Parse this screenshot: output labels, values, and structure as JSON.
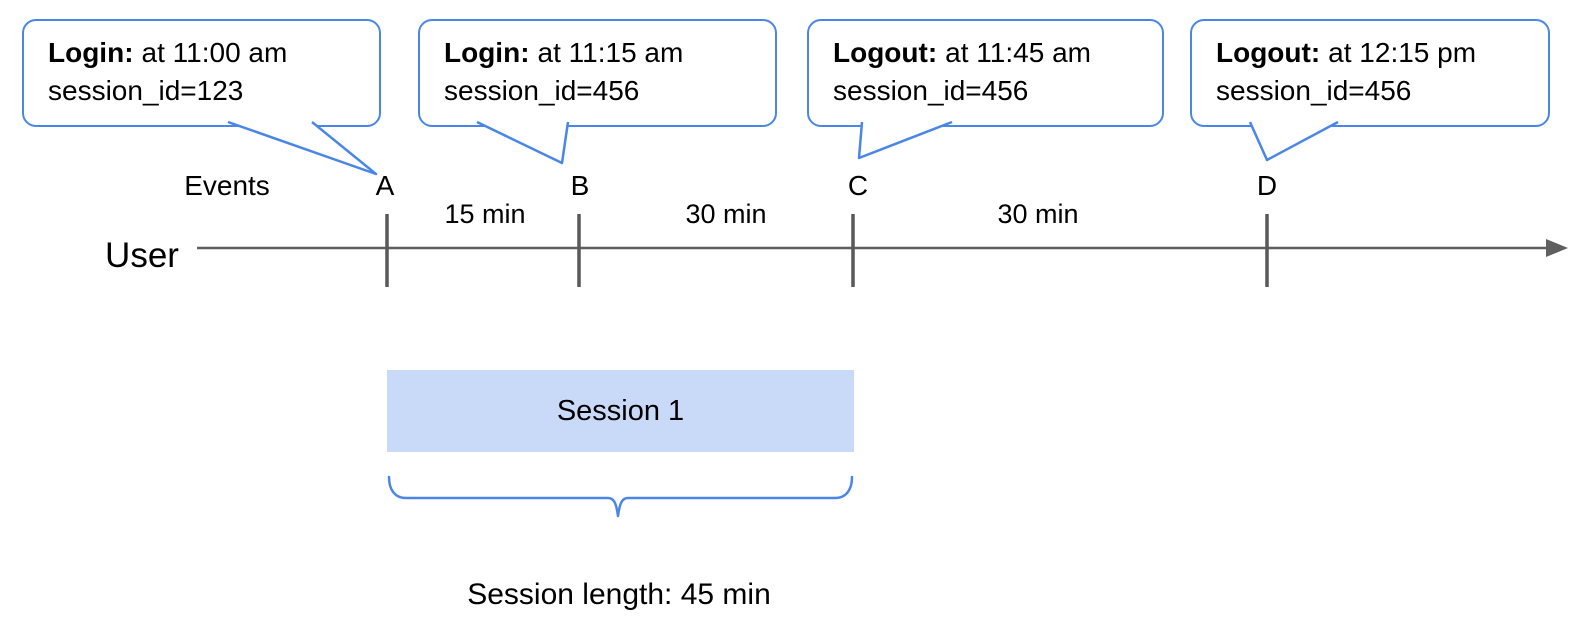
{
  "colors": {
    "callout_border": "#4a86e8",
    "brace": "#4a86e8",
    "session_fill": "#c9daf8",
    "timeline_gray": "#5f5f5f",
    "text": "#000000"
  },
  "callouts": [
    {
      "event": "Login:",
      "time": "at 11:00 am",
      "session": "session_id=123",
      "points_to": "A"
    },
    {
      "event": "Login:",
      "time": "at 11:15 am",
      "session": "session_id=456",
      "points_to": "B"
    },
    {
      "event": "Logout:",
      "time": "at 11:45 am",
      "session": "session_id=456",
      "points_to": "C"
    },
    {
      "event": "Logout:",
      "time": "at 12:15 pm",
      "session": "session_id=456",
      "points_to": "D"
    }
  ],
  "timeline": {
    "events_label": "Events",
    "user_label": "User",
    "ticks": [
      "A",
      "B",
      "C",
      "D"
    ],
    "intervals": [
      {
        "between": "A-B",
        "label": "15 min"
      },
      {
        "between": "B-C",
        "label": "30 min"
      },
      {
        "between": "C-D",
        "label": "30 min"
      }
    ]
  },
  "session": {
    "label": "Session 1",
    "length_label": "Session length: 45 min"
  }
}
